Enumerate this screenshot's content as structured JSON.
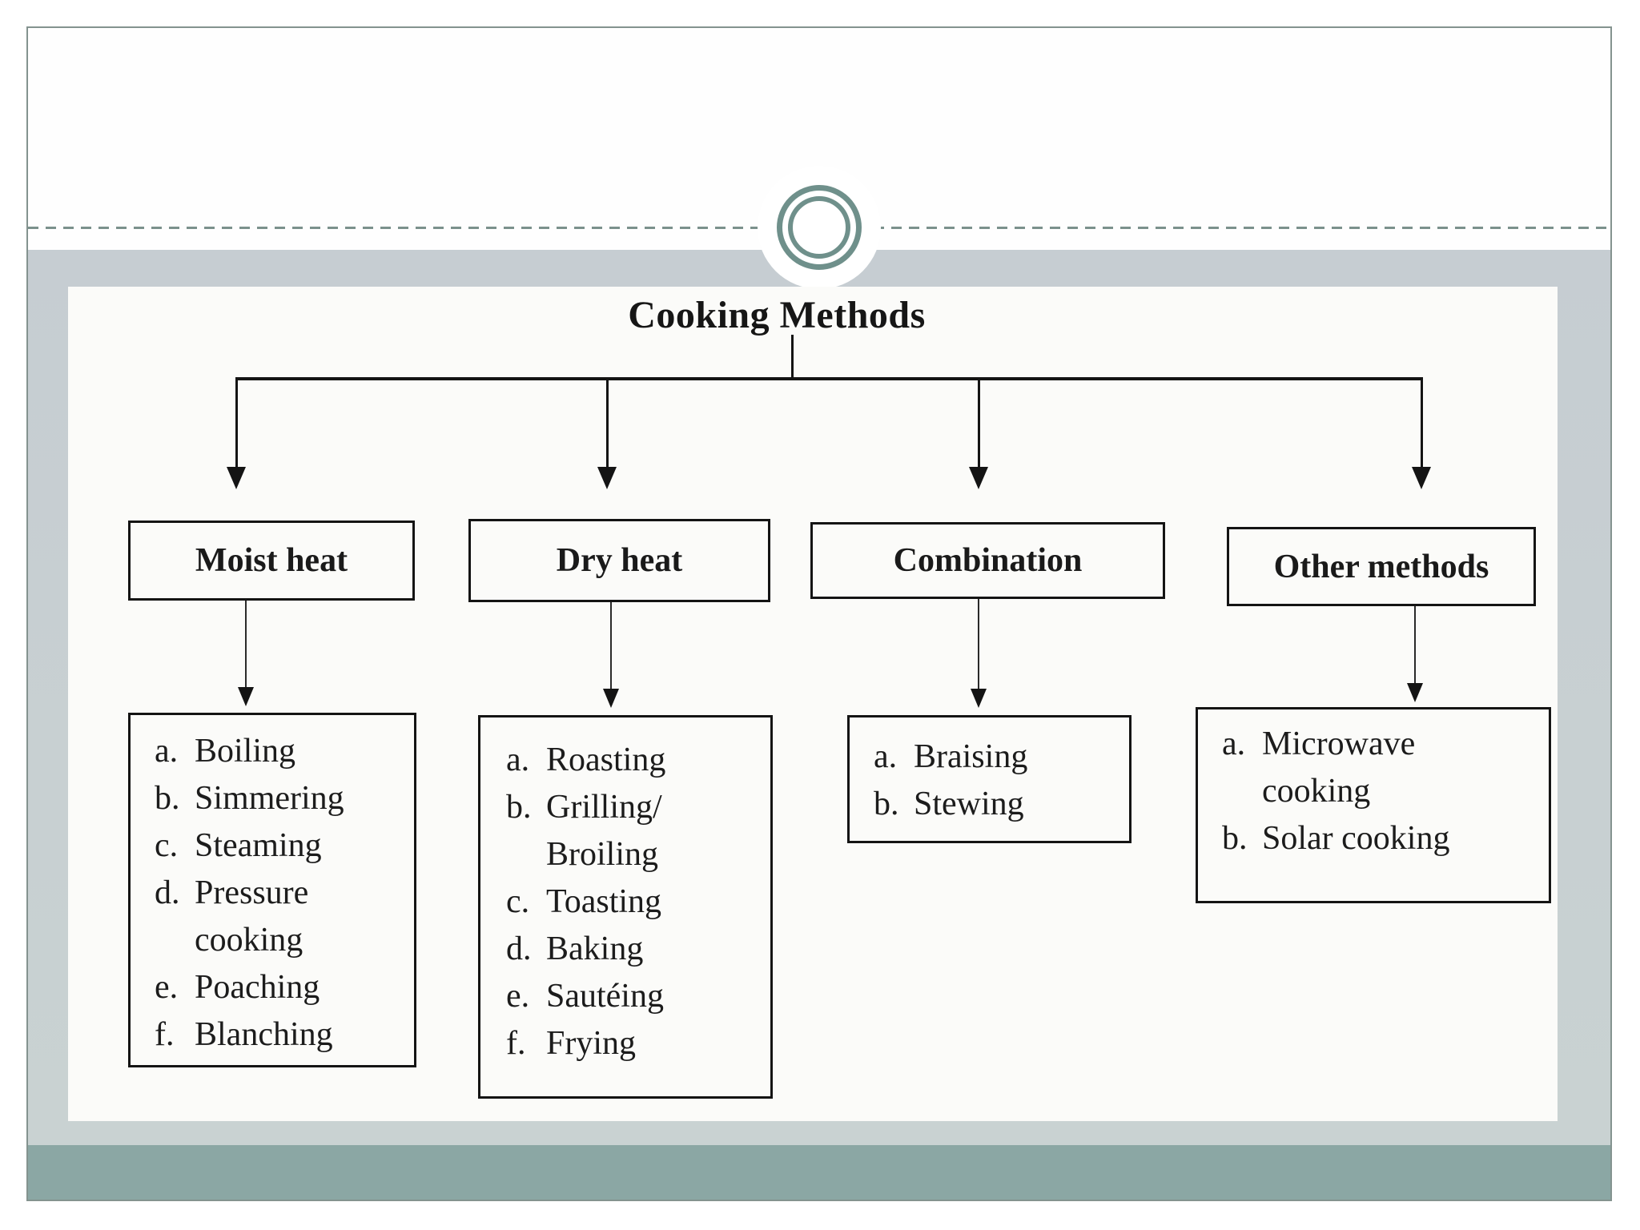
{
  "diagram": {
    "title": "Cooking Methods",
    "groups": [
      {
        "label": "Moist heat",
        "items": [
          {
            "letter": "a.",
            "lines": [
              "Boiling"
            ]
          },
          {
            "letter": "b.",
            "lines": [
              "Simmering"
            ]
          },
          {
            "letter": "c.",
            "lines": [
              "Steaming"
            ]
          },
          {
            "letter": "d.",
            "lines": [
              "Pressure",
              "cooking"
            ]
          },
          {
            "letter": "e.",
            "lines": [
              "Poaching"
            ]
          },
          {
            "letter": "f.",
            "lines": [
              "Blanching"
            ]
          }
        ]
      },
      {
        "label": "Dry heat",
        "items": [
          {
            "letter": "a.",
            "lines": [
              "Roasting"
            ]
          },
          {
            "letter": "b.",
            "lines": [
              "Grilling/",
              "Broiling"
            ]
          },
          {
            "letter": "c.",
            "lines": [
              "Toasting"
            ]
          },
          {
            "letter": "d.",
            "lines": [
              "Baking"
            ]
          },
          {
            "letter": "e.",
            "lines": [
              "Sautéing"
            ]
          },
          {
            "letter": "f.",
            "lines": [
              "Frying"
            ]
          }
        ]
      },
      {
        "label": "Combination",
        "items": [
          {
            "letter": "a.",
            "lines": [
              "Braising"
            ]
          },
          {
            "letter": "b.",
            "lines": [
              "Stewing"
            ]
          }
        ]
      },
      {
        "label": "Other methods",
        "items": [
          {
            "letter": "a.",
            "lines": [
              "Microwave",
              "cooking"
            ]
          },
          {
            "letter": "b.",
            "lines": [
              "Solar cooking"
            ]
          }
        ]
      }
    ]
  },
  "colors": {
    "accent_ring": "#6f908b",
    "body_band": "#c7ced2",
    "footer_band": "#8ba7a4",
    "slide_border": "#84938f",
    "diagram_line": "#141414",
    "text": "#1c1c1c"
  }
}
